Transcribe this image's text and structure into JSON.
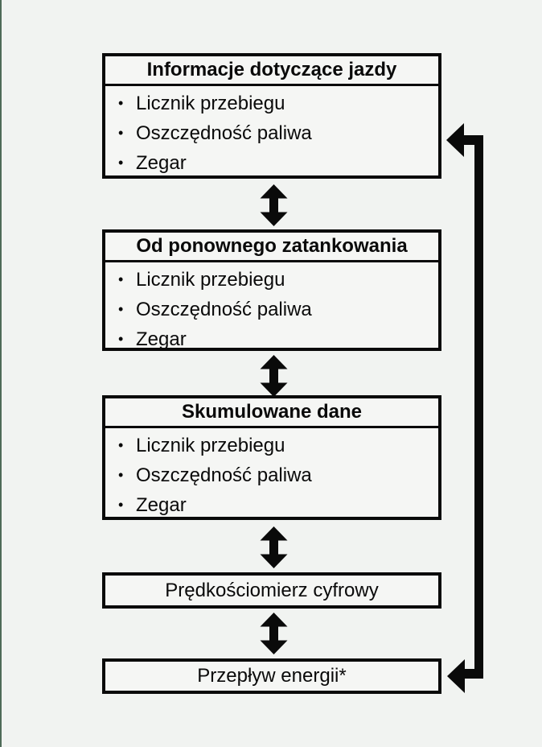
{
  "page": {
    "background_color": "#f1f3f1",
    "edge_line_color": "#4e6b58"
  },
  "diagram": {
    "bullet_char": "•",
    "line_color": "#0a0a0a",
    "box_fill": "#f5f6f4",
    "boxes": [
      {
        "name": "driving-information",
        "title": "Informacje dotyczące jazdy",
        "items": [
          "Licznik przebiegu",
          "Oszczędność paliwa",
          "Zegar"
        ]
      },
      {
        "name": "since-refuelling",
        "title": "Od ponownego zatankowania",
        "items": [
          "Licznik przebiegu",
          "Oszczędność paliwa",
          "Zegar"
        ]
      },
      {
        "name": "accumulated-data",
        "title": "Skumulowane dane",
        "items": [
          "Licznik przebiegu",
          "Oszczędność paliwa",
          "Zegar"
        ]
      },
      {
        "name": "digital-speedometer",
        "title": "Prędkościomierz cyfrowy",
        "items": []
      },
      {
        "name": "energy-flow",
        "title": "Przepływ energii*",
        "items": []
      }
    ]
  }
}
